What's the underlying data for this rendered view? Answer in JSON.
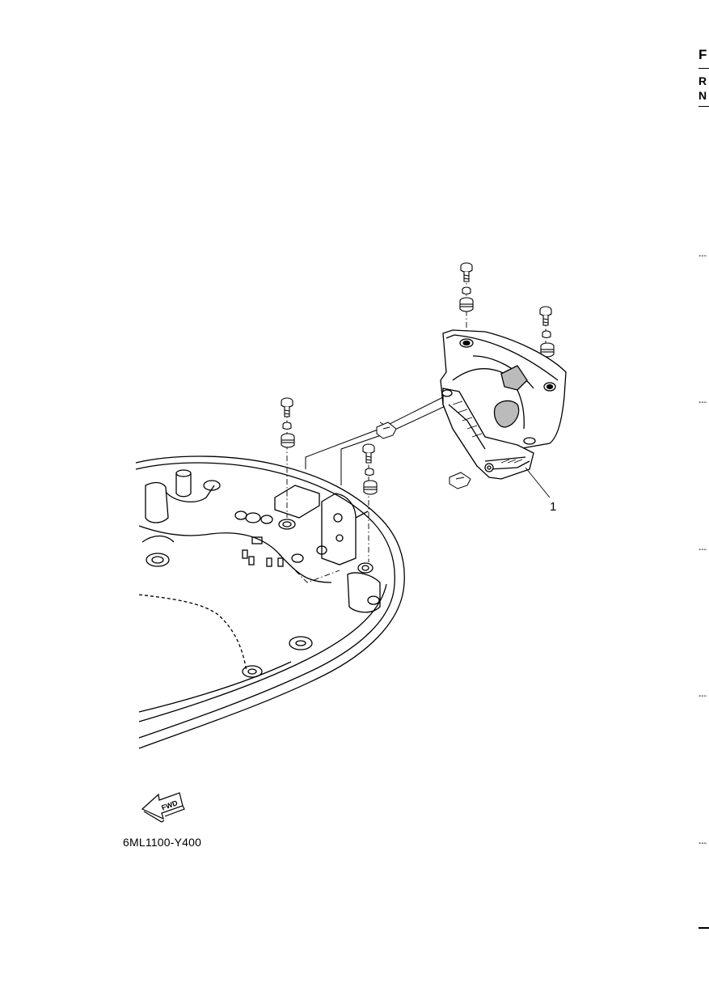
{
  "page_title_fragment": "F",
  "page_subtitle_fragment_1": "R",
  "page_subtitle_fragment_2": "N",
  "edge_dash": "---",
  "callout_label": "1",
  "fwd_arrow_text": "FWD",
  "figure_code": "6ML1100-Y400",
  "icons": [
    "screw-icon",
    "washer-icon",
    "grommet-icon",
    "bracket-icon",
    "cowling-icon",
    "fwd-arrow-icon"
  ]
}
